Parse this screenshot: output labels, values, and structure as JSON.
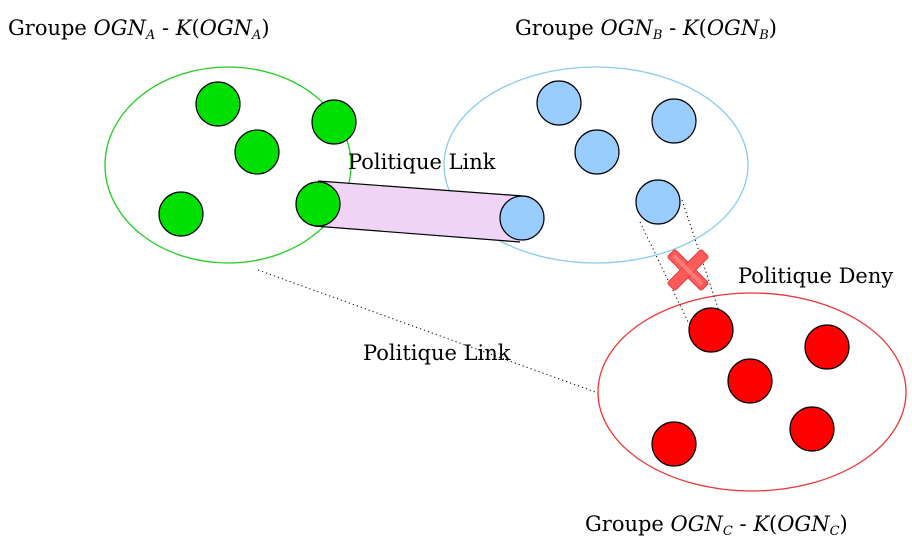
{
  "groups": {
    "a": {
      "prefix": "Groupe ",
      "name": "OGN",
      "sub": "A",
      "sep": " - ",
      "k": "K",
      "color": "#22cc22",
      "node_color": "#00e000"
    },
    "b": {
      "prefix": "Groupe ",
      "name": "OGN",
      "sub": "B",
      "sep": " - ",
      "k": "K",
      "color": "#88ccee",
      "node_color": "#99ccff"
    },
    "c": {
      "prefix": "Groupe ",
      "name": "OGN",
      "sub": "C",
      "sep": " - ",
      "k": "K",
      "color": "#ee3333",
      "node_color": "#ff0000"
    }
  },
  "policies": {
    "link_top": "Politique Link",
    "link_bottom": "Politique Link",
    "deny": "Politique Deny"
  },
  "colors": {
    "link_tube": "#f0d4f6",
    "deny_cross": "#ff6666"
  }
}
